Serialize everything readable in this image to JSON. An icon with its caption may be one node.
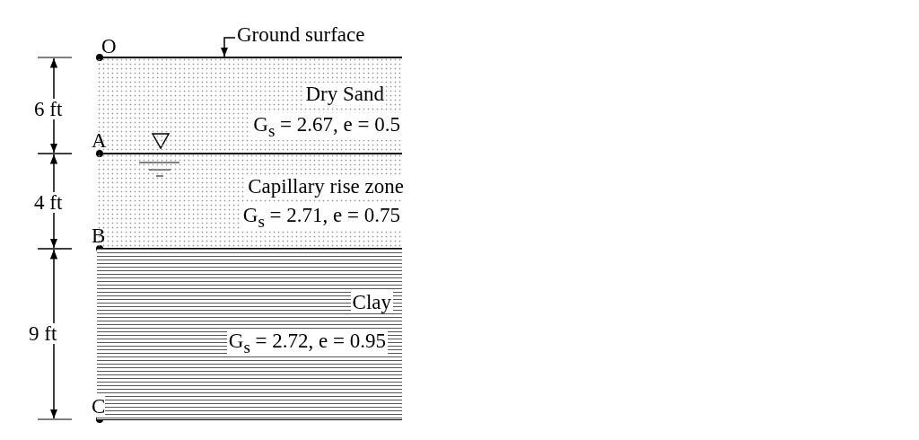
{
  "diagram": {
    "nodes": [
      {
        "text": [
          "Ground surface"
        ]
      },
      {
        "text": [
          "Dry Sand",
          "G$_{s}$ = 2.67, e = 0.5"
        ]
      },
      {
        "text": [
          "Capillary rise zone",
          "G$_{s}$ = 2.71, e = 0.75"
        ]
      },
      {
        "text": [
          "Clay",
          "G$_{s}$ = 2.72, e = 0.95"
        ]
      }
    ],
    "edges": [
      {
        "from": 0,
        "to": 1,
        "arrow": "to"
      }
    ],
    "labels": [
      "O",
      "6 ft",
      "A",
      "4 ft",
      "B",
      "9 ft",
      "C"
    ]
  }
}
